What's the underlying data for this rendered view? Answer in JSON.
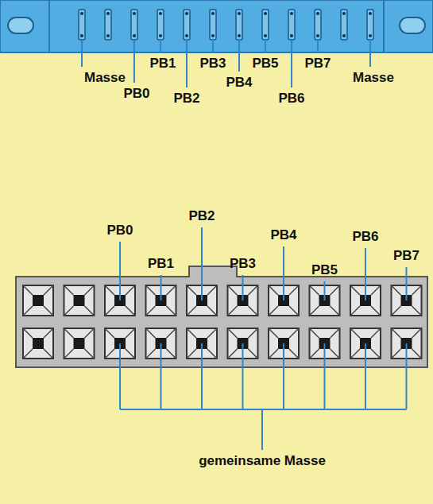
{
  "diagram": {
    "labels": [
      "Masse",
      "PB0",
      "PB1",
      "PB2",
      "PB3",
      "PB4",
      "PB5",
      "PB6",
      "PB7",
      "Masse",
      "PB0",
      "PB1",
      "PB2",
      "PB3",
      "PB4",
      "PB5",
      "PB6",
      "PB7",
      "gemeinsame Masse"
    ]
  }
}
